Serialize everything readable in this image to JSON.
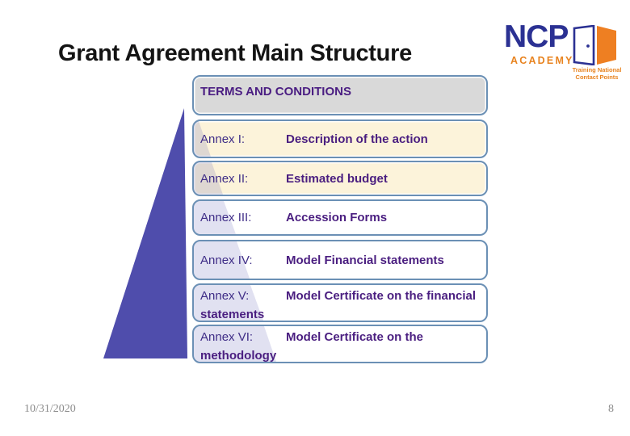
{
  "slide": {
    "title": "Grant Agreement Main Structure"
  },
  "logo": {
    "name": "NCP",
    "sub": "ACADEMY",
    "tagline_line1": "Training National",
    "tagline_line2": "Contact Points"
  },
  "pyramid": {
    "header": {
      "label": "TERMS AND CONDITIONS"
    },
    "rows": [
      {
        "label": "Annex I:",
        "desc": "Description of the action"
      },
      {
        "label": "Annex II:",
        "desc": "Estimated budget"
      },
      {
        "label": "Annex III:",
        "desc": "Accession Forms"
      },
      {
        "label": "Annex IV:",
        "desc": "Model Financial statements"
      },
      {
        "label": "Annex V:",
        "desc": "Model Certificate on the financial statements"
      },
      {
        "label": "Annex VI:",
        "desc": "Model Certificate on the methodology"
      }
    ]
  },
  "footer": {
    "date": "10/31/2020",
    "page": "8"
  },
  "colors": {
    "triangle": "#4f4dac",
    "box_border": "#6b90b5",
    "box_gray": "#d9d9d9",
    "box_cream": "#fcf3da",
    "box_white": "#ffffff",
    "text_purple": "#4a1e80",
    "label_indigo": "#3f2d87",
    "logo_navy": "#2b3193",
    "logo_orange": "#e8831f",
    "footer_gray": "#8b8b8b"
  }
}
